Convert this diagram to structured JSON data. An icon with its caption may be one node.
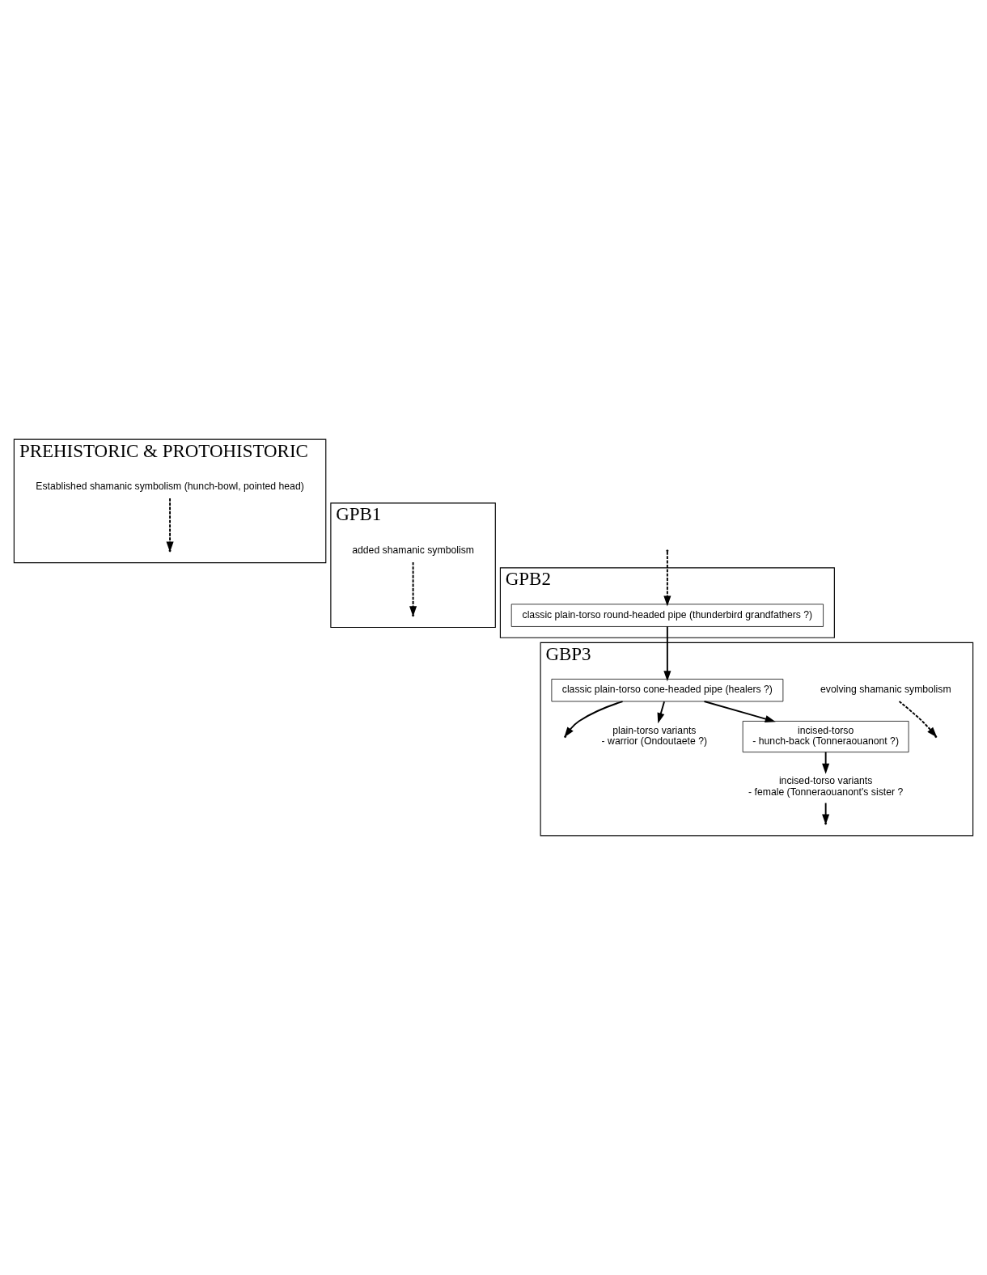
{
  "diagram": {
    "nodes": [
      {
        "text": [
          "PREHISTORIC & PROTOHISTORIC"
        ]
      },
      {
        "text": [
          "Established shamanic symbolism (hunch-bowl, pointed head)"
        ],
        "in": 0
      },
      {
        "text": [
          "GPB1"
        ]
      },
      {
        "text": [
          "added shamanic symbolism"
        ],
        "in": 2
      },
      {
        "text": [
          "GPB2"
        ]
      },
      {
        "text": [
          "classic plain-torso round-headed pipe (thunderbird grandfathers ?)"
        ],
        "in": 4
      },
      {
        "text": [
          "GBP3"
        ]
      },
      {
        "text": [
          "evolving shamanic symbolism"
        ],
        "in": 6
      },
      {
        "text": [
          "classic plain-torso cone-headed pipe (healers ?)"
        ],
        "in": 6
      },
      {
        "text": [
          "plain-torso variants",
          "- warrior (Ondoutaete ?)"
        ],
        "in": 6
      },
      {
        "text": [
          "incised-torso",
          "- hunch-back (Tonneraouanont ?)"
        ],
        "in": 6
      },
      {
        "text": [
          "incised-torso variants",
          "- female (Tonneraouanont's sister ?"
        ],
        "in": 6
      }
    ],
    "edges": [
      {
        "from": null,
        "to": 5,
        "arrow": "to",
        "style": "dashed"
      },
      {
        "from": 1,
        "to": null,
        "arrow": "to",
        "style": "dashed"
      },
      {
        "from": 3,
        "to": null,
        "arrow": "to",
        "style": "dashed"
      },
      {
        "from": 5,
        "to": 8,
        "arrow": "to"
      },
      {
        "from": 7,
        "to": null,
        "arrow": "to",
        "style": "dashed"
      },
      {
        "from": 8,
        "to": 9,
        "arrow": "to"
      },
      {
        "from": 8,
        "to": 10,
        "arrow": "to"
      },
      {
        "from": 8,
        "to": null,
        "arrow": "to"
      },
      {
        "from": 10,
        "to": 11,
        "arrow": "to"
      },
      {
        "from": 11,
        "to": null,
        "arrow": "to"
      }
    ]
  }
}
